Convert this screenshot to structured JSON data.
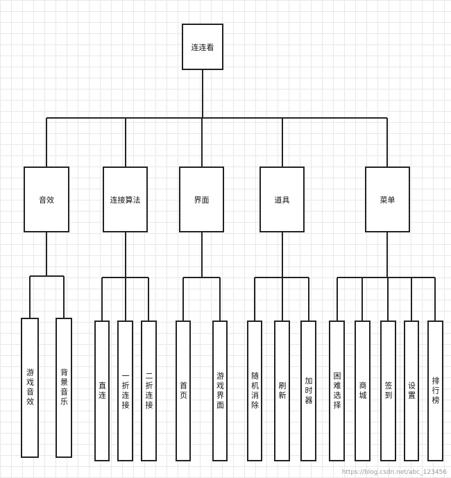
{
  "root": {
    "label": "连连看"
  },
  "categories": [
    {
      "label": "音效",
      "children": [
        "游戏音效",
        "背景音乐"
      ]
    },
    {
      "label": "连接算法",
      "children": [
        "直连",
        "一折连接",
        "二折连接"
      ]
    },
    {
      "label": "界面",
      "children": [
        "首页",
        "游戏界面"
      ]
    },
    {
      "label": "道具",
      "children": [
        "随机消除",
        "刷新",
        "加时器"
      ]
    },
    {
      "label": "菜单",
      "children": [
        "困难选择",
        "商城",
        "签到",
        "设置",
        "排行榜"
      ]
    }
  ],
  "watermark": "https://blog.csdn.net/abc_123456"
}
